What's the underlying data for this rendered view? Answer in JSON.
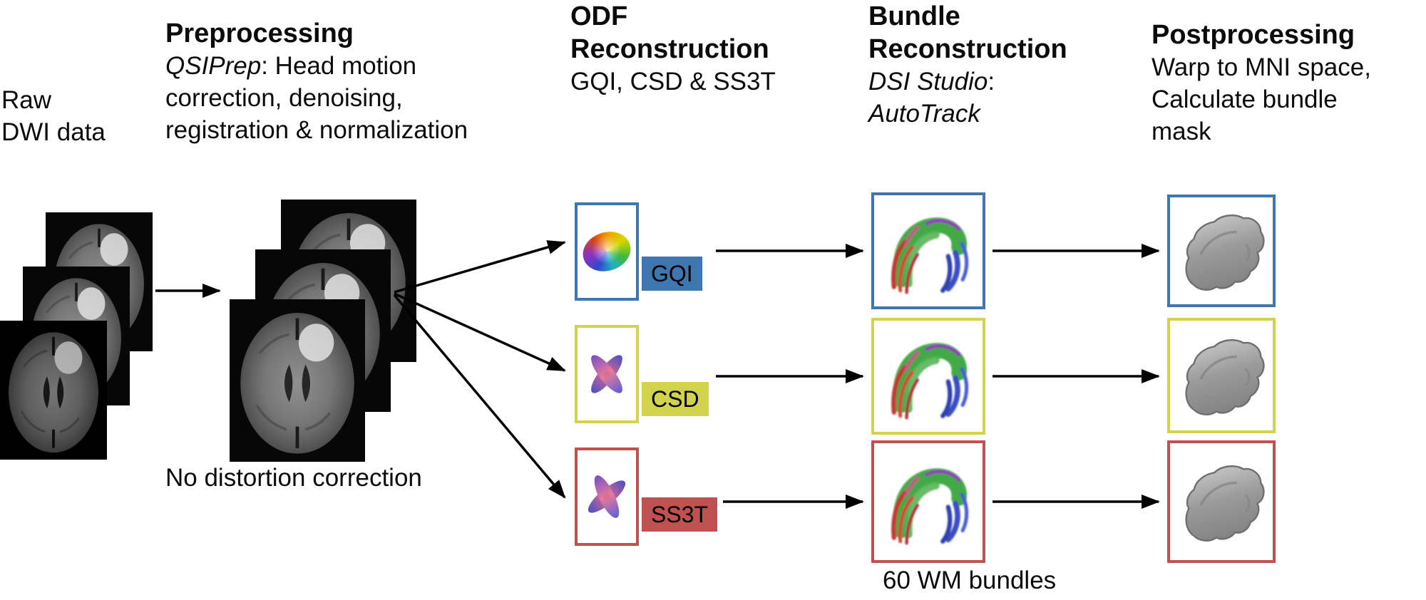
{
  "figure": {
    "background": "#ffffff",
    "text_color": "#0b0b0b",
    "arrow_color": "#000000"
  },
  "stages": {
    "raw_input": {
      "label": "Raw\nDWI data",
      "image": "stacked-axial-dwi-slices"
    },
    "preprocessing": {
      "title": "Preprocessing",
      "tool": "QSIPrep",
      "steps": ": Head motion correction, denoising, registration & normalization",
      "note": "No distortion correction",
      "image": "stacked-preprocessed-dwi-slices"
    },
    "odf_reconstruction": {
      "title": "ODF\nReconstruction",
      "subtitle": "GQI, CSD & SS3T"
    },
    "bundle_reconstruction": {
      "title": "Bundle\nReconstruction",
      "tool": "DSI Studio",
      "tool_suffix": ":",
      "method": "AutoTrack",
      "caption": "60 WM bundles"
    },
    "postprocessing": {
      "title": "Postprocessing",
      "subtitle": "Warp to MNI space,\nCalculate bundle\nmask"
    }
  },
  "pipelines": [
    {
      "id": "gqi",
      "label": "GQI",
      "color": "#3e76b0",
      "odf_glyph": "rainbow-ellipsoid-odf",
      "bundle_image": "colored-fiber-tract-bundle",
      "mask_image": "gray-bundle-mask"
    },
    {
      "id": "csd",
      "label": "CSD",
      "color": "#d2d34d",
      "odf_glyph": "multi-lobe-fodf",
      "bundle_image": "colored-fiber-tract-bundle",
      "mask_image": "gray-bundle-mask"
    },
    {
      "id": "ss3t",
      "label": "SS3T",
      "color": "#bf5150",
      "odf_glyph": "multi-lobe-fodf",
      "bundle_image": "colored-fiber-tract-bundle",
      "mask_image": "gray-bundle-mask"
    }
  ]
}
